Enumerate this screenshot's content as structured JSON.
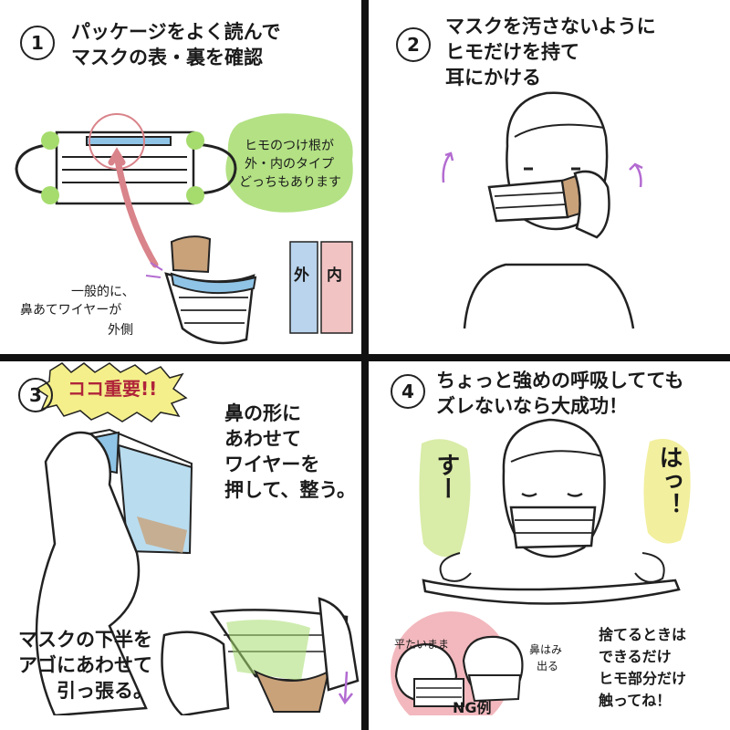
{
  "panel1": {
    "number": "1",
    "title_line1": "パッケージをよく読んで",
    "title_line2": "マスクの表・裏を確認",
    "note_loop_line1": "ヒモのつけ根が",
    "note_loop_line2": "外・内のタイプ",
    "note_loop_line3": "どっちもあります",
    "note_wire_line1": "一般的に、",
    "note_wire_line2": "鼻あてワイヤーが",
    "note_wire_line3": "外側",
    "label_outer": "外",
    "label_inner": "内"
  },
  "panel2": {
    "number": "2",
    "title_line1": "マスクを汚さないように",
    "title_line2": "ヒモだけを持て",
    "title_line3": "耳にかける"
  },
  "panel3": {
    "number": "3",
    "badge": "ココ重要!!",
    "text1_line1": "鼻の形に",
    "text1_line2": "あわせて",
    "text1_line3": "ワイヤーを",
    "text1_line4": "押して、整う。",
    "text2_line1": "マスクの下半を",
    "text2_line2": "アゴにあわせて",
    "text2_line3": "引っ張る。"
  },
  "panel4": {
    "number": "4",
    "title_line1": "ちょっと強めの呼吸してても",
    "title_line2": "ズレないなら大成功！",
    "breath_in": "すー",
    "breath_out": "はっ！",
    "ng_flat": "平たいまま",
    "ng_nose_line1": "鼻はみ",
    "ng_nose_line2": "出る",
    "ng_label": "NG例",
    "tip_line1": "捨てるときは",
    "tip_line2": "できるだけ",
    "tip_line3": "ヒモ部分だけ",
    "tip_line4": "触ってね！"
  },
  "colors": {
    "green_blob": "#a6dc6e",
    "blue_wire": "#8fc4e6",
    "pink_arrow": "#d9838a",
    "magenta_motion": "#b36bd1",
    "skin_tone": "#c9a27a",
    "ng_circle": "#f2b8bd",
    "badge_yellow": "#f4ef8a",
    "breath_green": "#d5ea9e",
    "breath_yellow": "#f1ed93"
  }
}
